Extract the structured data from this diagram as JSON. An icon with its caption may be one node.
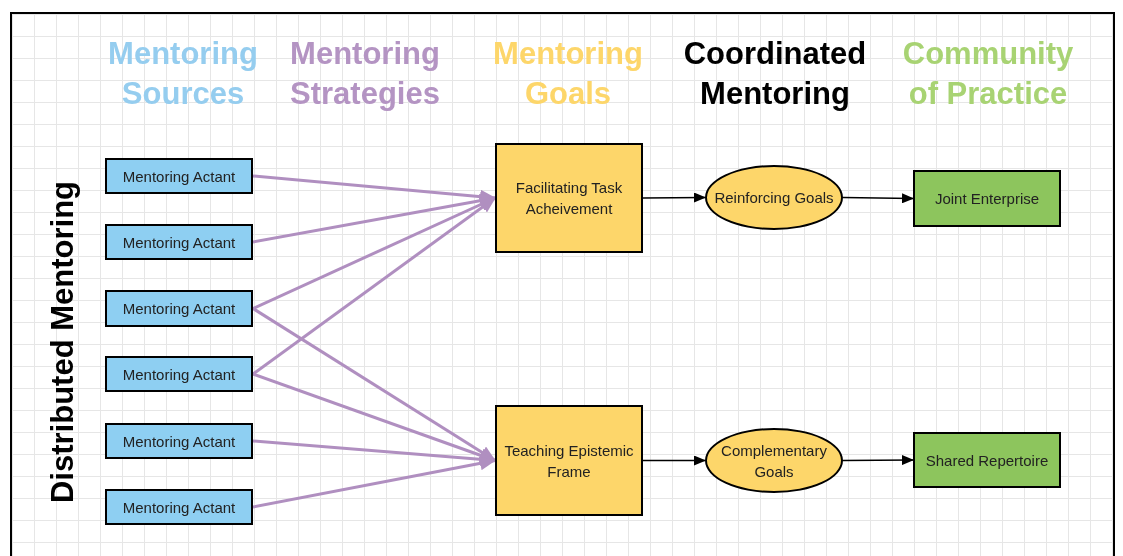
{
  "diagram": {
    "nodes": [
      {
        "text": [
          "Mentoring Actant"
        ]
      },
      {
        "text": [
          "Mentoring Actant"
        ]
      },
      {
        "text": [
          "Mentoring Actant"
        ]
      },
      {
        "text": [
          "Mentoring Actant"
        ]
      },
      {
        "text": [
          "Mentoring Actant"
        ]
      },
      {
        "text": [
          "Mentoring Actant"
        ]
      },
      {
        "text": [
          "Facilitating Task Acheivement"
        ]
      },
      {
        "text": [
          "Teaching Epistemic Frame"
        ]
      },
      {
        "text": [
          "Reinforcing Goals"
        ]
      },
      {
        "text": [
          "Complementary Goals"
        ]
      },
      {
        "text": [
          "Joint Enterprise"
        ]
      },
      {
        "text": [
          "Shared Repertoire"
        ]
      }
    ],
    "edges": [
      {
        "from": 0,
        "to": 6,
        "arrow": "to"
      },
      {
        "from": 1,
        "to": 6,
        "arrow": "to"
      },
      {
        "from": 2,
        "to": 6,
        "arrow": "to"
      },
      {
        "from": 2,
        "to": 7,
        "arrow": "to"
      },
      {
        "from": 3,
        "to": 6,
        "arrow": "to"
      },
      {
        "from": 3,
        "to": 7,
        "arrow": "to"
      },
      {
        "from": 4,
        "to": 7,
        "arrow": "to"
      },
      {
        "from": 5,
        "to": 7,
        "arrow": "to"
      },
      {
        "from": 6,
        "to": 8,
        "arrow": "to",
        "color": "#000000"
      },
      {
        "from": 8,
        "to": 10,
        "arrow": "to",
        "color": "#000000"
      },
      {
        "from": 7,
        "to": 9,
        "arrow": "to",
        "color": "#000000"
      },
      {
        "from": 9,
        "to": 11,
        "arrow": "to",
        "color": "#000000"
      }
    ],
    "labels": [
      "Mentoring Sources",
      "Mentoring Strategies",
      "Mentoring Goals",
      "Coordinated Mentoring",
      "Community of Practice",
      "Distributed Mentoring"
    ]
  }
}
